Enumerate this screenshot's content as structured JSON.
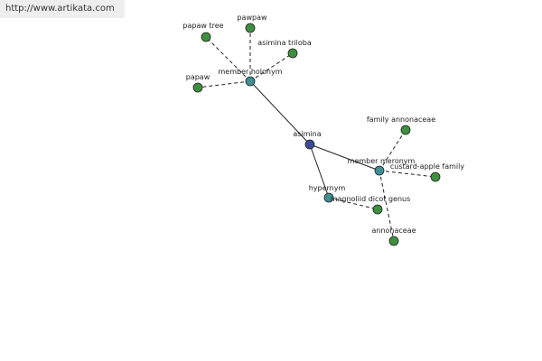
{
  "watermark": {
    "url": "http://www.artikata.com"
  },
  "colors": {
    "root": "#3b4b97",
    "relation": "#3f8f93",
    "leaf": "#3e8f3e",
    "stroke": "#222222"
  },
  "graph": {
    "nodes": [
      {
        "id": "asimina",
        "label": "asimina",
        "kind": "root"
      },
      {
        "id": "member-holonym",
        "label": "member holonym",
        "kind": "relation"
      },
      {
        "id": "member-meronym",
        "label": "member meronym",
        "kind": "relation"
      },
      {
        "id": "hypernym",
        "label": "hypernym",
        "kind": "relation"
      },
      {
        "id": "papaw-tree",
        "label": "papaw tree",
        "kind": "leaf"
      },
      {
        "id": "pawpaw",
        "label": "pawpaw",
        "kind": "leaf"
      },
      {
        "id": "asimina-triloba",
        "label": "asimina triloba",
        "kind": "leaf"
      },
      {
        "id": "papaw",
        "label": "papaw",
        "kind": "leaf"
      },
      {
        "id": "family-annonaceae",
        "label": "family annonaceae",
        "kind": "leaf"
      },
      {
        "id": "custard-apple-family",
        "label": "custard-apple family",
        "kind": "leaf"
      },
      {
        "id": "annonaceae",
        "label": "annonaceae",
        "kind": "leaf"
      },
      {
        "id": "magnoliid-dicot-genus",
        "label": "magnoliid dicot genus",
        "kind": "leaf"
      }
    ],
    "edges": [
      {
        "from": "asimina",
        "to": "member-holonym",
        "style": "solid"
      },
      {
        "from": "asimina",
        "to": "member-meronym",
        "style": "solid"
      },
      {
        "from": "asimina",
        "to": "hypernym",
        "style": "solid"
      },
      {
        "from": "member-holonym",
        "to": "papaw-tree",
        "style": "dashed"
      },
      {
        "from": "member-holonym",
        "to": "pawpaw",
        "style": "dashed"
      },
      {
        "from": "member-holonym",
        "to": "asimina-triloba",
        "style": "dashed"
      },
      {
        "from": "member-holonym",
        "to": "papaw",
        "style": "dashed"
      },
      {
        "from": "member-meronym",
        "to": "family-annonaceae",
        "style": "dashed"
      },
      {
        "from": "member-meronym",
        "to": "custard-apple-family",
        "style": "dashed"
      },
      {
        "from": "member-meronym",
        "to": "annonaceae",
        "style": "dashed"
      },
      {
        "from": "hypernym",
        "to": "magnoliid-dicot-genus",
        "style": "dashed"
      }
    ]
  }
}
